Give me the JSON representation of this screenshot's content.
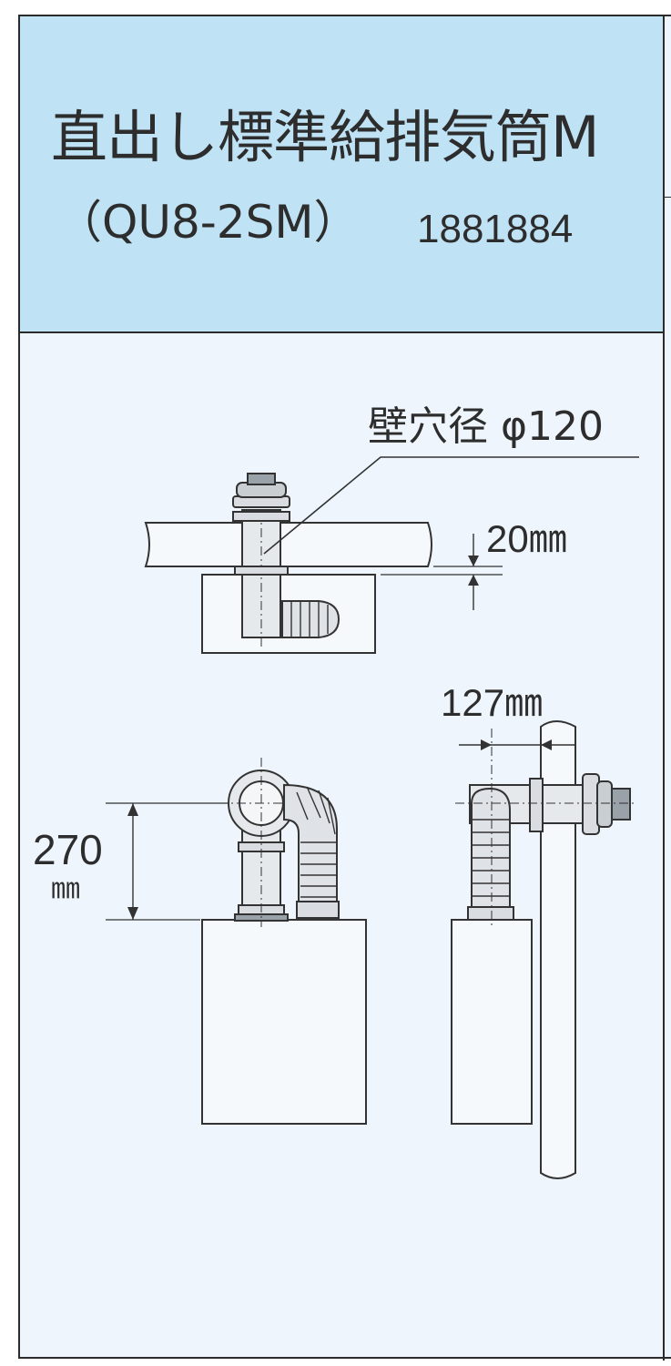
{
  "header": {
    "title": "直出し標準給排気筒M",
    "model": "（QU8-2SM）",
    "code": "1881884"
  },
  "diagram": {
    "wall_hole_label": "壁穴径 φ120",
    "clearance_label": "20㎜",
    "depth_label": "127㎜",
    "height_value": "270",
    "height_unit": "㎜"
  },
  "colors": {
    "header_bg": "#bfe2f5",
    "body_bg": "#eef5fc",
    "line": "#2b2b2b"
  }
}
